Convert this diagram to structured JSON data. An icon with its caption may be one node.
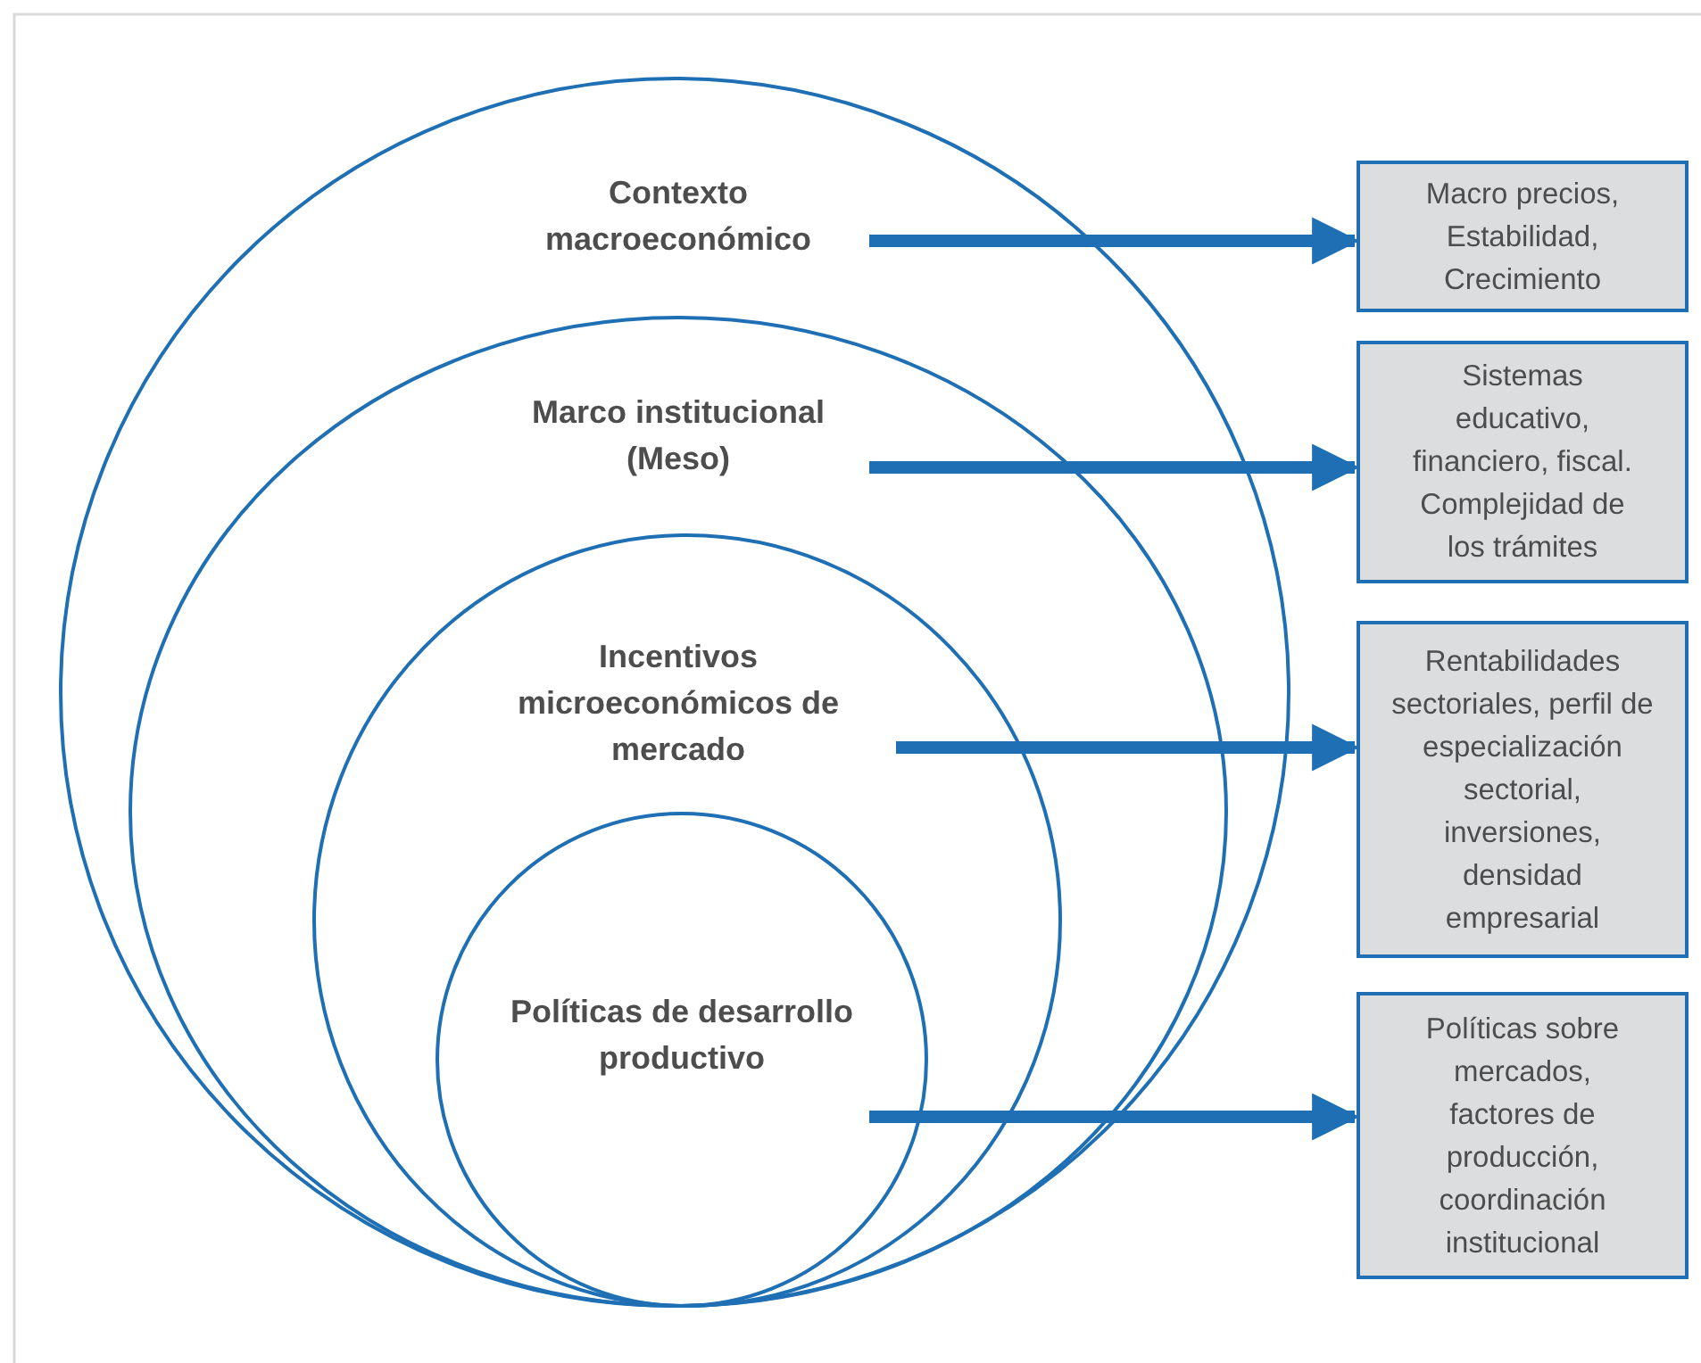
{
  "diagram": {
    "nodes": [
      {
        "text": [
          "Contexto macroeconómico"
        ]
      },
      {
        "text": [
          "Marco institucional (Meso)"
        ],
        "in": 0
      },
      {
        "text": [
          "Incentivos microeconómicos de mercado"
        ],
        "in": 1
      },
      {
        "text": [
          "Políticas de desarrollo productivo"
        ],
        "in": 2
      },
      {
        "text": [
          "Macro precios, Estabilidad, Crecimiento"
        ]
      },
      {
        "text": [
          "Sistemas educativo, financiero, fiscal. Complejidad de los trámites"
        ]
      },
      {
        "text": [
          "Rentabilidades sectoriales, perfil de especialización sectorial, inversiones, densidad empresarial"
        ]
      },
      {
        "text": [
          "Políticas sobre mercados, factores de producción, coordinación institucional"
        ]
      }
    ],
    "edges": [
      {
        "from": 0,
        "to": 4,
        "arrow": "to"
      },
      {
        "from": 1,
        "to": 5,
        "arrow": "to"
      },
      {
        "from": 2,
        "to": 6,
        "arrow": "to"
      },
      {
        "from": 3,
        "to": 7,
        "arrow": "to"
      }
    ]
  }
}
